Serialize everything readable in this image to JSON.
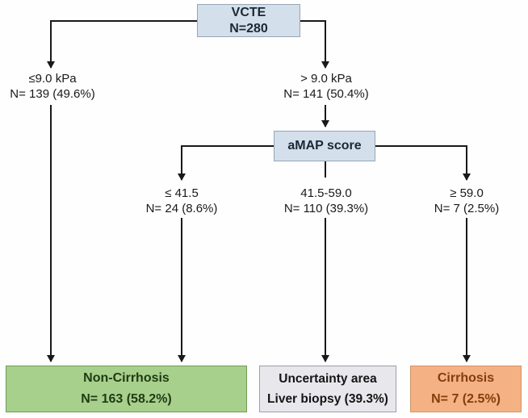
{
  "figure": {
    "description": "VCTE and aMAP score decision flowchart for cirrhosis classification"
  },
  "colors": {
    "node_fill": "#d3dfeb",
    "node_border": "#98a6b4",
    "node_text": "#1d2836",
    "green_fill": "#a8d08d",
    "green_border": "#6f9c55",
    "green_text": "#203b12",
    "gray_fill": "#e8e7ec",
    "gray_border": "#9aa0a6",
    "gray_text": "#151515",
    "orange_fill": "#f4b183",
    "orange_border": "#cf9567",
    "orange_text": "#843c0c",
    "line_color": "#191919"
  },
  "nodes": {
    "vcte": {
      "line1": "VCTE",
      "line2": "N=280"
    },
    "amap": {
      "label": "aMAP score"
    },
    "non_cirrhosis": {
      "line1": "Non-Cirrhosis",
      "line2": "N= 163 (58.2%)"
    },
    "uncertainty": {
      "line1": "Uncertainty area",
      "line2": "Liver biopsy (39.3%)"
    },
    "cirrhosis": {
      "line1": "Cirrhosis",
      "line2": "N= 7 (2.5%)"
    }
  },
  "branches": {
    "vcte_low": {
      "line1": "≤9.0 kPa",
      "line2": "N= 139 (49.6%)"
    },
    "vcte_high": {
      "line1": "> 9.0 kPa",
      "line2": "N= 141 (50.4%)"
    },
    "amap_low": {
      "line1": "≤ 41.5",
      "line2": "N= 24 (8.6%)"
    },
    "amap_mid": {
      "line1": "41.5-59.0",
      "line2": "N= 110 (39.3%)"
    },
    "amap_high": {
      "line1": "≥ 59.0",
      "line2": "N= 7 (2.5%)"
    }
  }
}
